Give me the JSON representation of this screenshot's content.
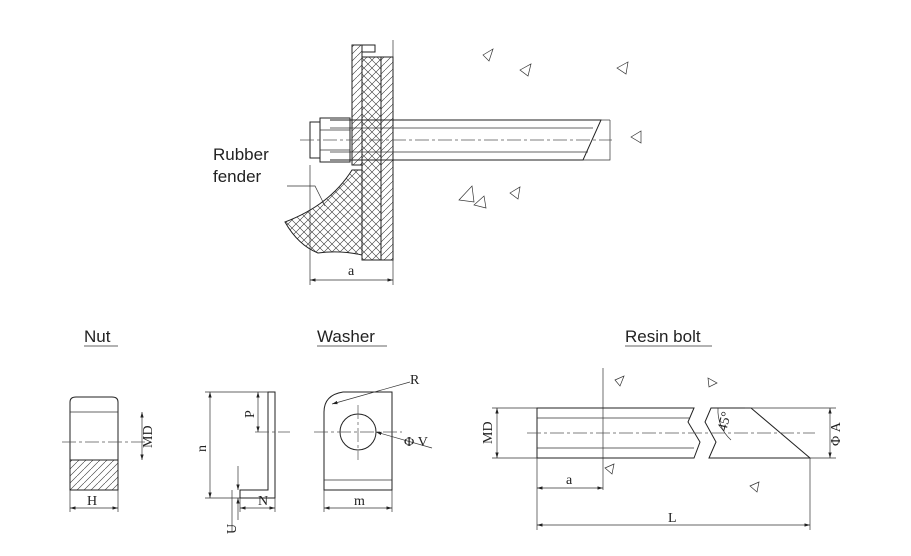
{
  "labels": {
    "rubber_line1": "Rubber",
    "rubber_line2": "fender",
    "nut": "Nut",
    "washer": "Washer",
    "resin_bolt": "Resin bolt"
  },
  "dims": {
    "a_top": "a",
    "md_nut": "MD",
    "h": "H",
    "n": "n",
    "p": "P",
    "u": "U",
    "n_small": "N",
    "r": "R",
    "phi_v": "Φ V",
    "m": "m",
    "md_bolt": "MD",
    "angle": "45°",
    "phi_a": "Φ A",
    "a_bolt": "a",
    "l": "L"
  },
  "colors": {
    "line": "#222222",
    "hatch": "#333333",
    "background": "#ffffff"
  }
}
